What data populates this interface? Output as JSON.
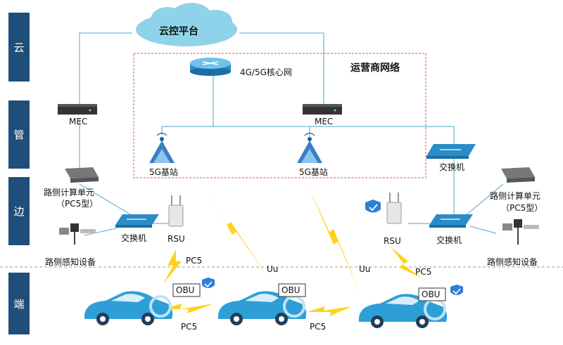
{
  "layers": [
    "云",
    "管",
    "边",
    "端"
  ],
  "cloud_platform": "云控平台",
  "operator_network": "运营商网络",
  "core_network": "4G/5G核心网",
  "mec": "MEC",
  "base_station": "5G基站",
  "switch": "交换机",
  "rsu": "RSU",
  "roadside_compute": "路侧计算单元",
  "roadside_compute_type": "（PC5型）",
  "roadside_sensor": "路侧感知设备",
  "obu": "OBU",
  "pc5": "PC5",
  "uu": "Uu",
  "colors": {
    "layer_bar": "#1f4e79",
    "cloud": "#8fd3ea",
    "car": "#2e9fd6",
    "lightning": "#ffd21a",
    "link": "#6fb7d9",
    "frame": "#e05050"
  }
}
